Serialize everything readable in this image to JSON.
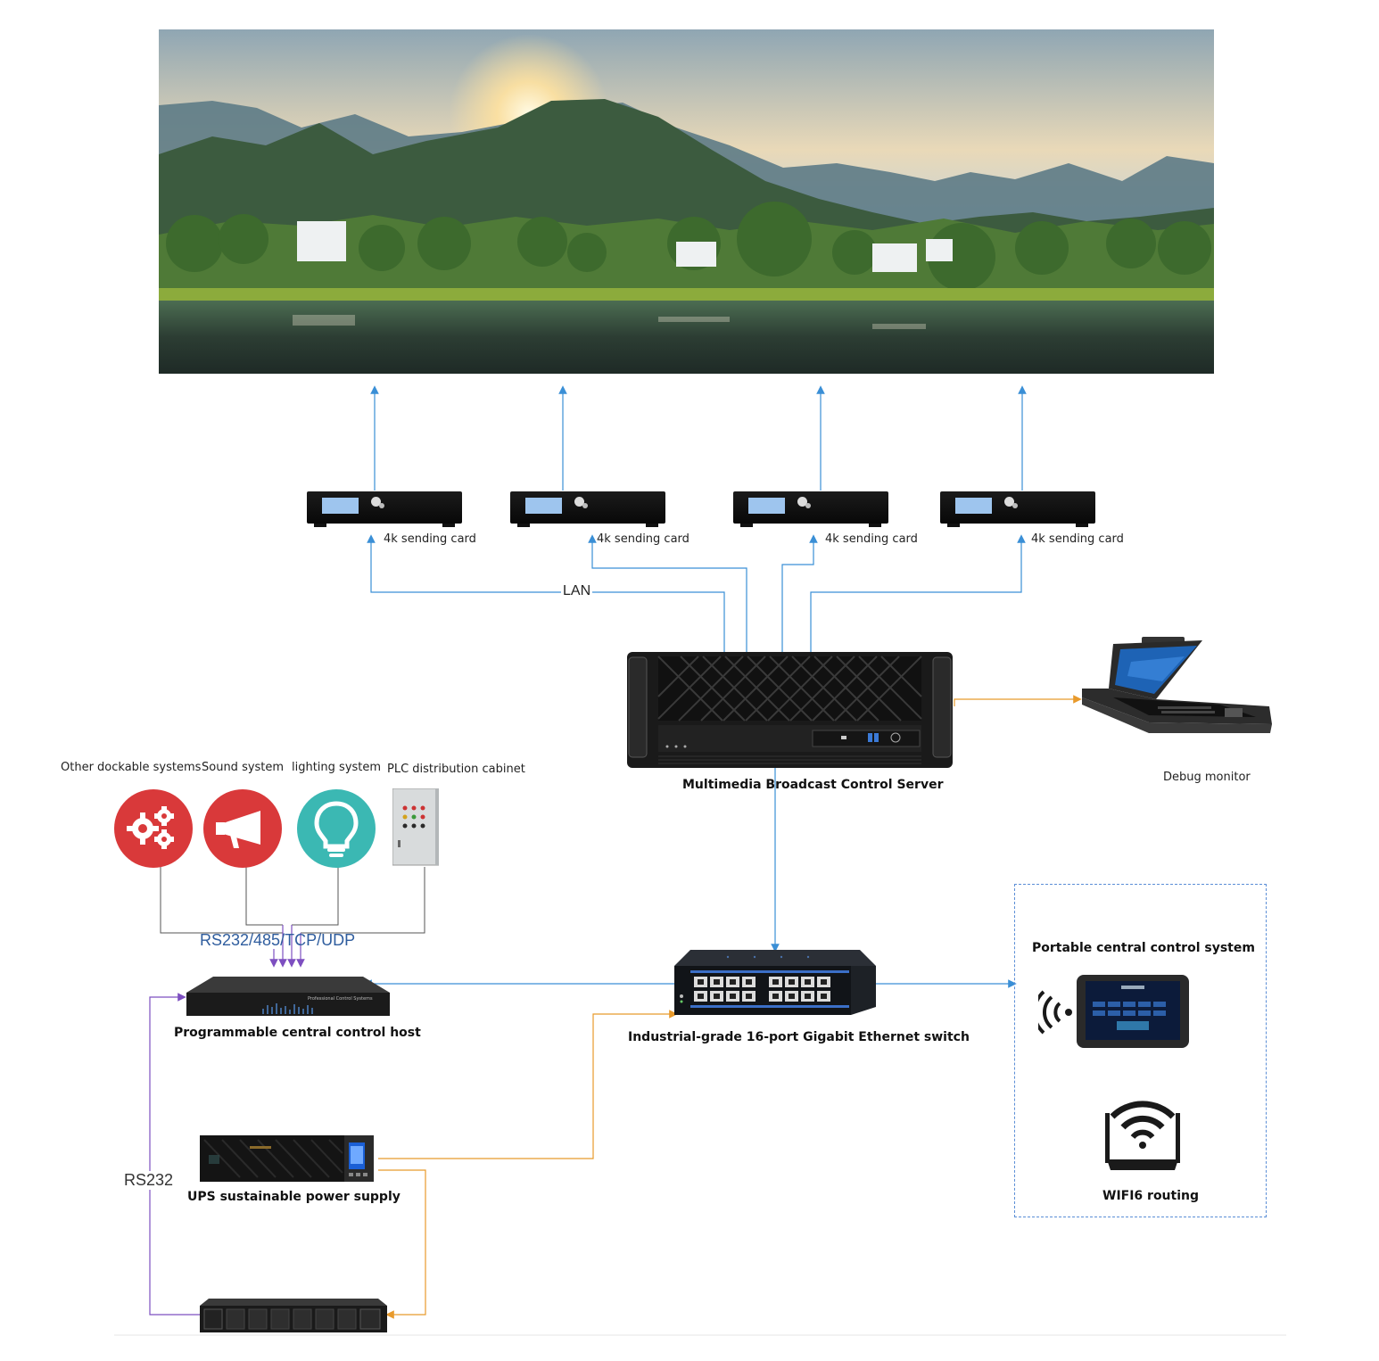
{
  "sending_cards": [
    {
      "label": "4k sending card"
    },
    {
      "label": "4k sending card"
    },
    {
      "label": "4k sending card"
    },
    {
      "label": "4k sending card"
    }
  ],
  "links": {
    "lan": "LAN",
    "protocols": "RS232/485/TCP/UDP",
    "rs232": "RS232"
  },
  "server": {
    "label": "Multimedia Broadcast Control Server"
  },
  "debug_monitor": {
    "label": "Debug monitor"
  },
  "dockable": [
    {
      "label": "Other dockable systems",
      "icon": "gears-icon",
      "color": "#d9393a"
    },
    {
      "label": "Sound system",
      "icon": "megaphone-icon",
      "color": "#d9393a"
    },
    {
      "label": "lighting system",
      "icon": "lightbulb-icon",
      "color": "#3bb8b3"
    },
    {
      "label": "PLC distribution cabinet",
      "icon": "cabinet-icon",
      "color": "#cfd3d5"
    }
  ],
  "control_host": {
    "label": "Programmable central control host",
    "front_text": "Professional Control Systems"
  },
  "switch": {
    "label": "Industrial-grade 16-port Gigabit Ethernet switch"
  },
  "ups": {
    "label": "UPS sustainable power supply"
  },
  "portable": {
    "label": "Portable central control system"
  },
  "router": {
    "label": "WIFI6 routing"
  },
  "colors": {
    "lan": "#3a8fd6",
    "power": "#e89a2c",
    "serial": "#7d4fc0"
  }
}
